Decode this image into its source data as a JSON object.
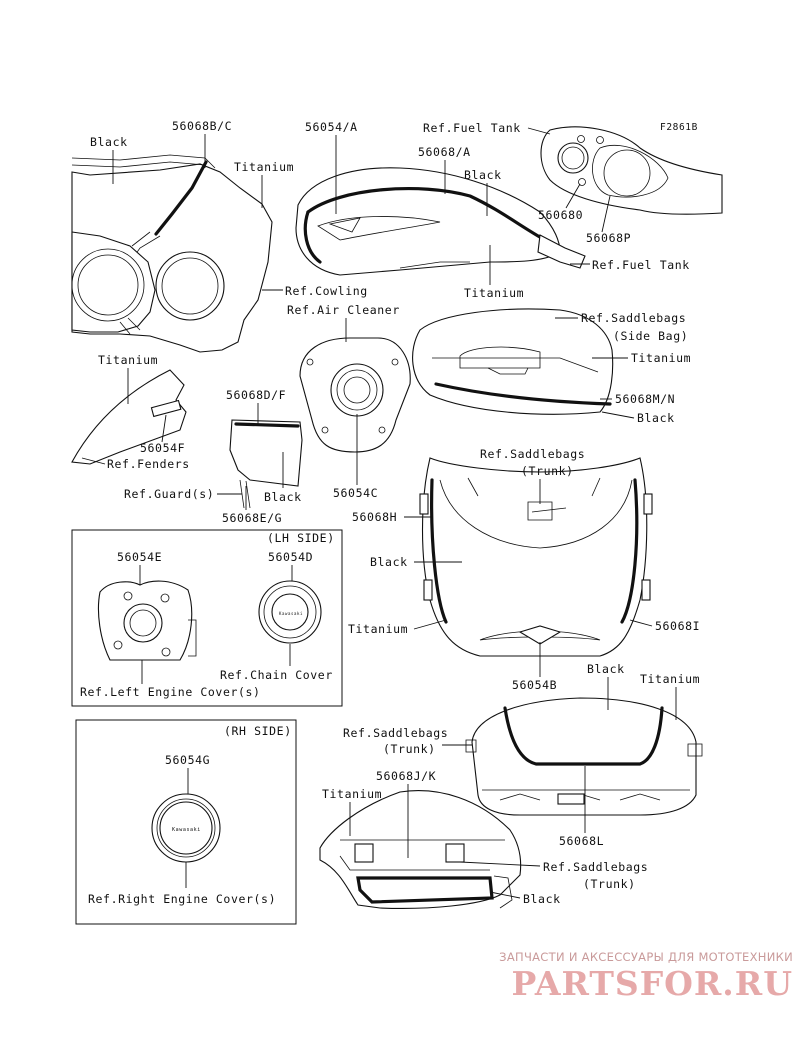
{
  "figure_code": "F2861B",
  "labels": {
    "black_cowl": "Black",
    "p56068bc": "56068B/C",
    "titanium_cowl": "Titanium",
    "ref_cowling": "Ref.Cowling",
    "p56054a": "56054/A",
    "p56068a": "56068/A",
    "black_tank": "Black",
    "titanium_tank": "Titanium",
    "ref_fuel_tank_top": "Ref.Fuel Tank",
    "ref_fuel_tank_right": "Ref.Fuel Tank",
    "p560680": "560680",
    "p56068p": "56068P",
    "ref_air_cleaner": "Ref.Air Cleaner",
    "p56054c": "56054C",
    "ref_saddlebags_side": "Ref.Saddlebags",
    "side_bag": "(Side Bag)",
    "titanium_side": "Titanium",
    "p56068mn": "56068M/N",
    "black_side": "Black",
    "titanium_fender": "Titanium",
    "p56054f": "56054F",
    "ref_fenders": "Ref.Fenders",
    "p56068df": "56068D/F",
    "ref_guards": "Ref.Guard(s)",
    "black_guard": "Black",
    "p56068eg": "56068E/G",
    "ref_saddlebags_trunk1": "Ref.Saddlebags",
    "trunk1": "(Trunk)",
    "p56068h": "56068H",
    "black_trunk1": "Black",
    "titanium_trunk1": "Titanium",
    "p56068i": "56068I",
    "p56054b": "56054B",
    "lh_side": "(LH SIDE)",
    "p56054e": "56054E",
    "p56054d": "56054D",
    "ref_chain_cover": "Ref.Chain Cover",
    "ref_left_engine_cover": "Ref.Left Engine Cover(s)",
    "rh_side": "(RH SIDE)",
    "p56054g": "56054G",
    "ref_right_engine_cover": "Ref.Right Engine Cover(s)",
    "black_trunk2": "Black",
    "titanium_trunk2": "Titanium",
    "ref_saddlebags_trunk2": "Ref.Saddlebags",
    "trunk2": "(Trunk)",
    "p56068l": "56068L",
    "p56068jk": "56068J/K",
    "titanium_trunk3": "Titanium",
    "ref_saddlebags_trunk3": "Ref.Saddlebags",
    "trunk3": "(Trunk)",
    "black_trunk3": "Black"
  },
  "badge_text": "Kawasaki",
  "watermark": {
    "caption": "ЗАПЧАСТИ И АКСЕССУАРЫ ДЛЯ МОТОТЕХНИКИ",
    "logo": "PARTSFOR.RU",
    "color": "#e6a9a9"
  }
}
